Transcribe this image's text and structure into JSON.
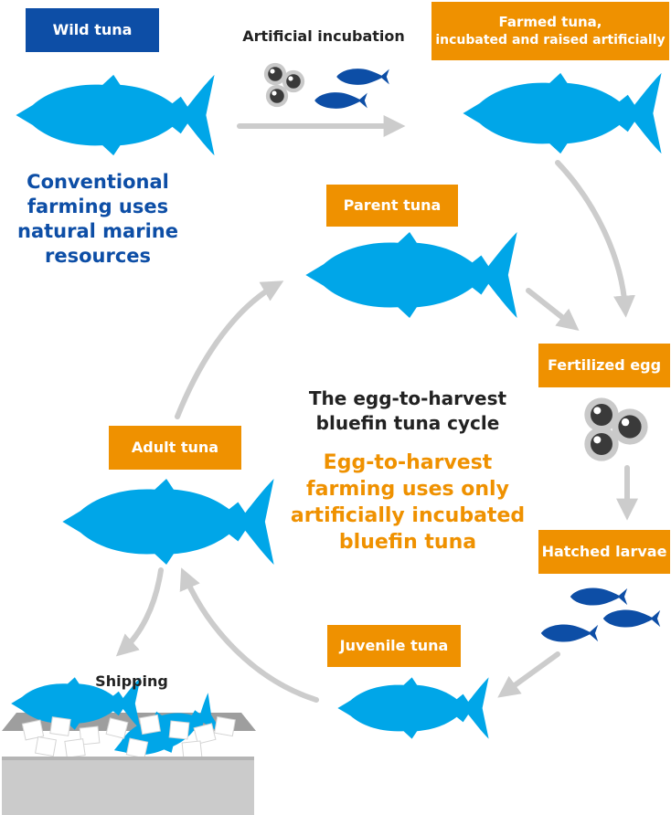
{
  "title": {
    "line1": "The egg-to-harvest",
    "line2": "bluefin tuna cycle"
  },
  "labels": {
    "wild_tuna": "Wild tuna",
    "farmed_tuna_line1": "Farmed tuna,",
    "farmed_tuna_line2": "incubated and raised artificially",
    "artificial_incubation": "Artificial incubation",
    "parent_tuna": "Parent tuna",
    "fertilized_egg": "Fertilized egg",
    "hatched_larvae": "Hatched larvae",
    "juvenile_tuna": "Juvenile tuna",
    "adult_tuna": "Adult tuna",
    "shipping": "Shipping"
  },
  "conventional": {
    "line1": "Conventional",
    "line2": "farming uses",
    "line3": "natural marine",
    "line4": "resources"
  },
  "egg_to_harvest": {
    "line1": "Egg-to-harvest",
    "line2": "farming uses only",
    "line3": "artificially incubated",
    "line4": "bluefin tuna"
  },
  "colors": {
    "tuna": "#00a6e8",
    "small_fish": "#0d4ea6",
    "blue_label": "#0d4ea6",
    "orange_label": "#ef9100",
    "arrow": "#cccccc"
  },
  "icons": [
    "tuna-fish-icon",
    "egg-cluster-icon",
    "small-fish-icon",
    "ice-box-icon"
  ]
}
